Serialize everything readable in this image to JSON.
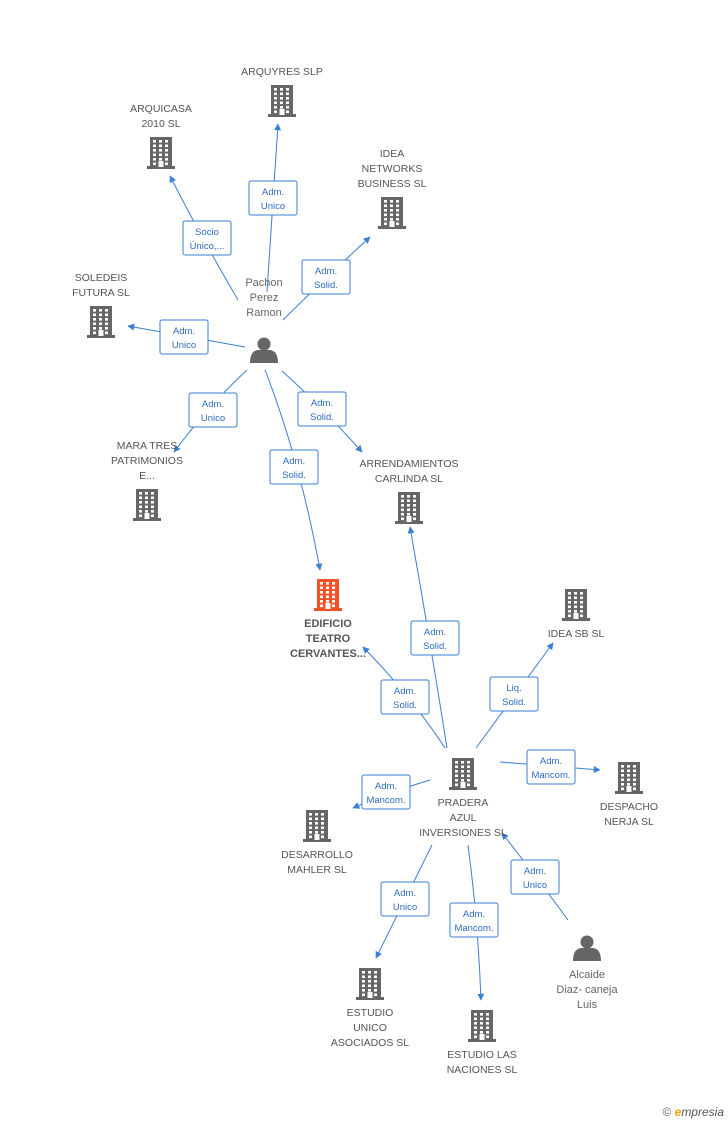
{
  "colors": {
    "edge": "#3a7fd5",
    "company": "#666666",
    "company_main": "#f2522a",
    "person": "#666666"
  },
  "nodes": [
    {
      "id": "arquyres",
      "type": "company",
      "label": [
        "ARQUYRES SLP"
      ]
    },
    {
      "id": "arquicasa",
      "type": "company",
      "label": [
        "ARQUICASA",
        "2010 SL"
      ]
    },
    {
      "id": "idea_networks",
      "type": "company",
      "label": [
        "IDEA",
        "NETWORKS",
        "BUSINESS  SL"
      ]
    },
    {
      "id": "soledeis",
      "type": "company",
      "label": [
        "SOLEDEIS",
        "FUTURA SL"
      ]
    },
    {
      "id": "pachon",
      "type": "person",
      "label": [
        "Pachon",
        "Perez",
        "Ramon"
      ]
    },
    {
      "id": "mara",
      "type": "company",
      "label": [
        "MARA TRES",
        "PATRIMONIOS",
        "E..."
      ]
    },
    {
      "id": "arrendamientos",
      "type": "company",
      "label": [
        "ARRENDAMIENTOS",
        "CARLINDA SL"
      ]
    },
    {
      "id": "edificio",
      "type": "company_main",
      "label": [
        "EDIFICIO",
        "TEATRO",
        "CERVANTES..."
      ]
    },
    {
      "id": "idea_sb",
      "type": "company",
      "label": [
        "IDEA SB SL"
      ]
    },
    {
      "id": "pradera",
      "type": "company",
      "label": [
        "PRADERA",
        "AZUL",
        "INVERSIONES SL"
      ]
    },
    {
      "id": "despacho",
      "type": "company",
      "label": [
        "DESPACHO",
        "NERJA SL"
      ]
    },
    {
      "id": "desarrollo",
      "type": "company",
      "label": [
        "DESARROLLO",
        "MAHLER  SL"
      ]
    },
    {
      "id": "estudio_unico",
      "type": "company",
      "label": [
        "ESTUDIO",
        "UNICO",
        "ASOCIADOS SL"
      ]
    },
    {
      "id": "estudio_naciones",
      "type": "company",
      "label": [
        "ESTUDIO LAS",
        "NACIONES SL"
      ]
    },
    {
      "id": "alcaide",
      "type": "person",
      "label": [
        "Alcaide",
        "Diaz- caneja",
        "Luis"
      ]
    }
  ],
  "edges": [
    {
      "from": "pachon",
      "to": "arquyres",
      "label": [
        "Adm.",
        "Unico"
      ]
    },
    {
      "from": "pachon",
      "to": "arquicasa",
      "label": [
        "Socio",
        "Único,..."
      ]
    },
    {
      "from": "pachon",
      "to": "idea_networks",
      "label": [
        "Adm.",
        "Solid."
      ]
    },
    {
      "from": "pachon",
      "to": "soledeis",
      "label": [
        "Adm.",
        "Unico"
      ]
    },
    {
      "from": "pachon",
      "to": "mara",
      "label": [
        "Adm.",
        "Unico"
      ]
    },
    {
      "from": "pachon",
      "to": "arrendamientos",
      "label": [
        "Adm.",
        "Solid."
      ]
    },
    {
      "from": "pachon",
      "to": "edificio",
      "label": [
        "Adm.",
        "Solid."
      ]
    },
    {
      "from": "pradera",
      "to": "arrendamientos",
      "label": [
        "Adm.",
        "Solid."
      ]
    },
    {
      "from": "pradera",
      "to": "edificio",
      "label": [
        "Adm.",
        "Solid."
      ]
    },
    {
      "from": "pradera",
      "to": "idea_sb",
      "label": [
        "Liq.",
        "Solid."
      ]
    },
    {
      "from": "pradera",
      "to": "despacho",
      "label": [
        "Adm.",
        "Mancom."
      ]
    },
    {
      "from": "pradera",
      "to": "desarrollo",
      "label": [
        "Adm.",
        "Mancom."
      ]
    },
    {
      "from": "pradera",
      "to": "estudio_unico",
      "label": [
        "Adm.",
        "Unico"
      ]
    },
    {
      "from": "pradera",
      "to": "estudio_naciones",
      "label": [
        "Adm.",
        "Mancom."
      ]
    },
    {
      "from": "alcaide",
      "to": "pradera",
      "label": [
        "Adm.",
        "Unico"
      ]
    }
  ],
  "footer": {
    "copyright": "©",
    "brand_initial": "e",
    "brand_rest": "mpresia"
  }
}
